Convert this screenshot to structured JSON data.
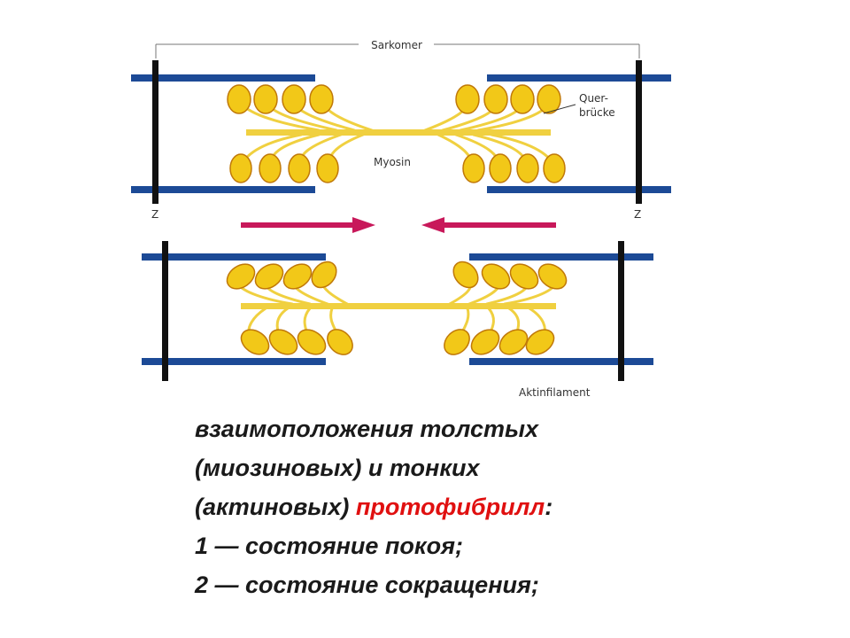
{
  "diagram": {
    "labels": {
      "sarkomer": "Sarkomer",
      "querbruecke_1": "Quer-",
      "querbruecke_2": "brücke",
      "myosin": "Myosin",
      "z_left": "Z",
      "z_right": "Z",
      "aktinfilament": "Aktinfilament"
    },
    "colors": {
      "actin": "#1c4a96",
      "myosin_filament": "#f0d040",
      "myosin_head_fill": "#f2c818",
      "myosin_head_stroke": "#c07808",
      "z_line": "#111111",
      "arrow": "#c8185a"
    }
  },
  "caption": {
    "line1": "взаимоположения толстых",
    "line2": "(миозиновых) и тонких",
    "line3_a": "(актиновых) ",
    "line3_b": "протофибрилл",
    "line3_c": ":",
    "line4": "1 — состояние покоя;",
    "line5": "2 — состояние сокращения;"
  }
}
